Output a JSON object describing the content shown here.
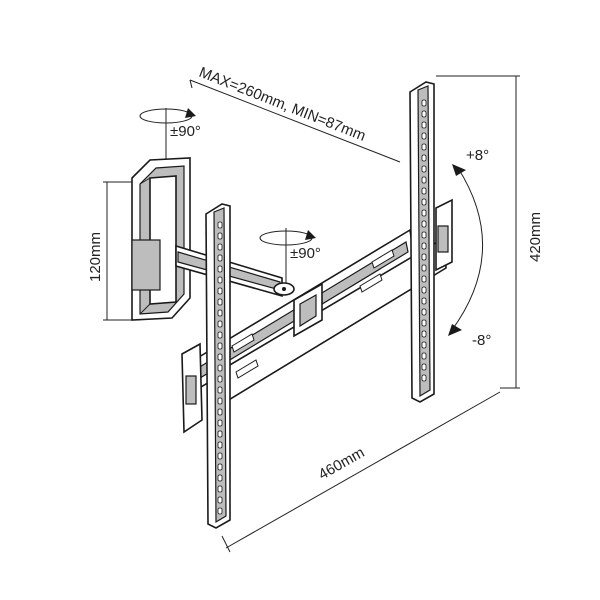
{
  "labels": {
    "max_min": "MAX=260mm, MIN=87mm",
    "swivel_wall": "±90°",
    "swivel_arm": "±90°",
    "tilt_up": "+8°",
    "tilt_down": "-8°",
    "height_plate": "120mm",
    "height_total": "420mm",
    "width_total": "460mm"
  },
  "colors": {
    "line": "#1a1a1a",
    "fill_grey": "#bdbdbd",
    "background": "#ffffff"
  }
}
